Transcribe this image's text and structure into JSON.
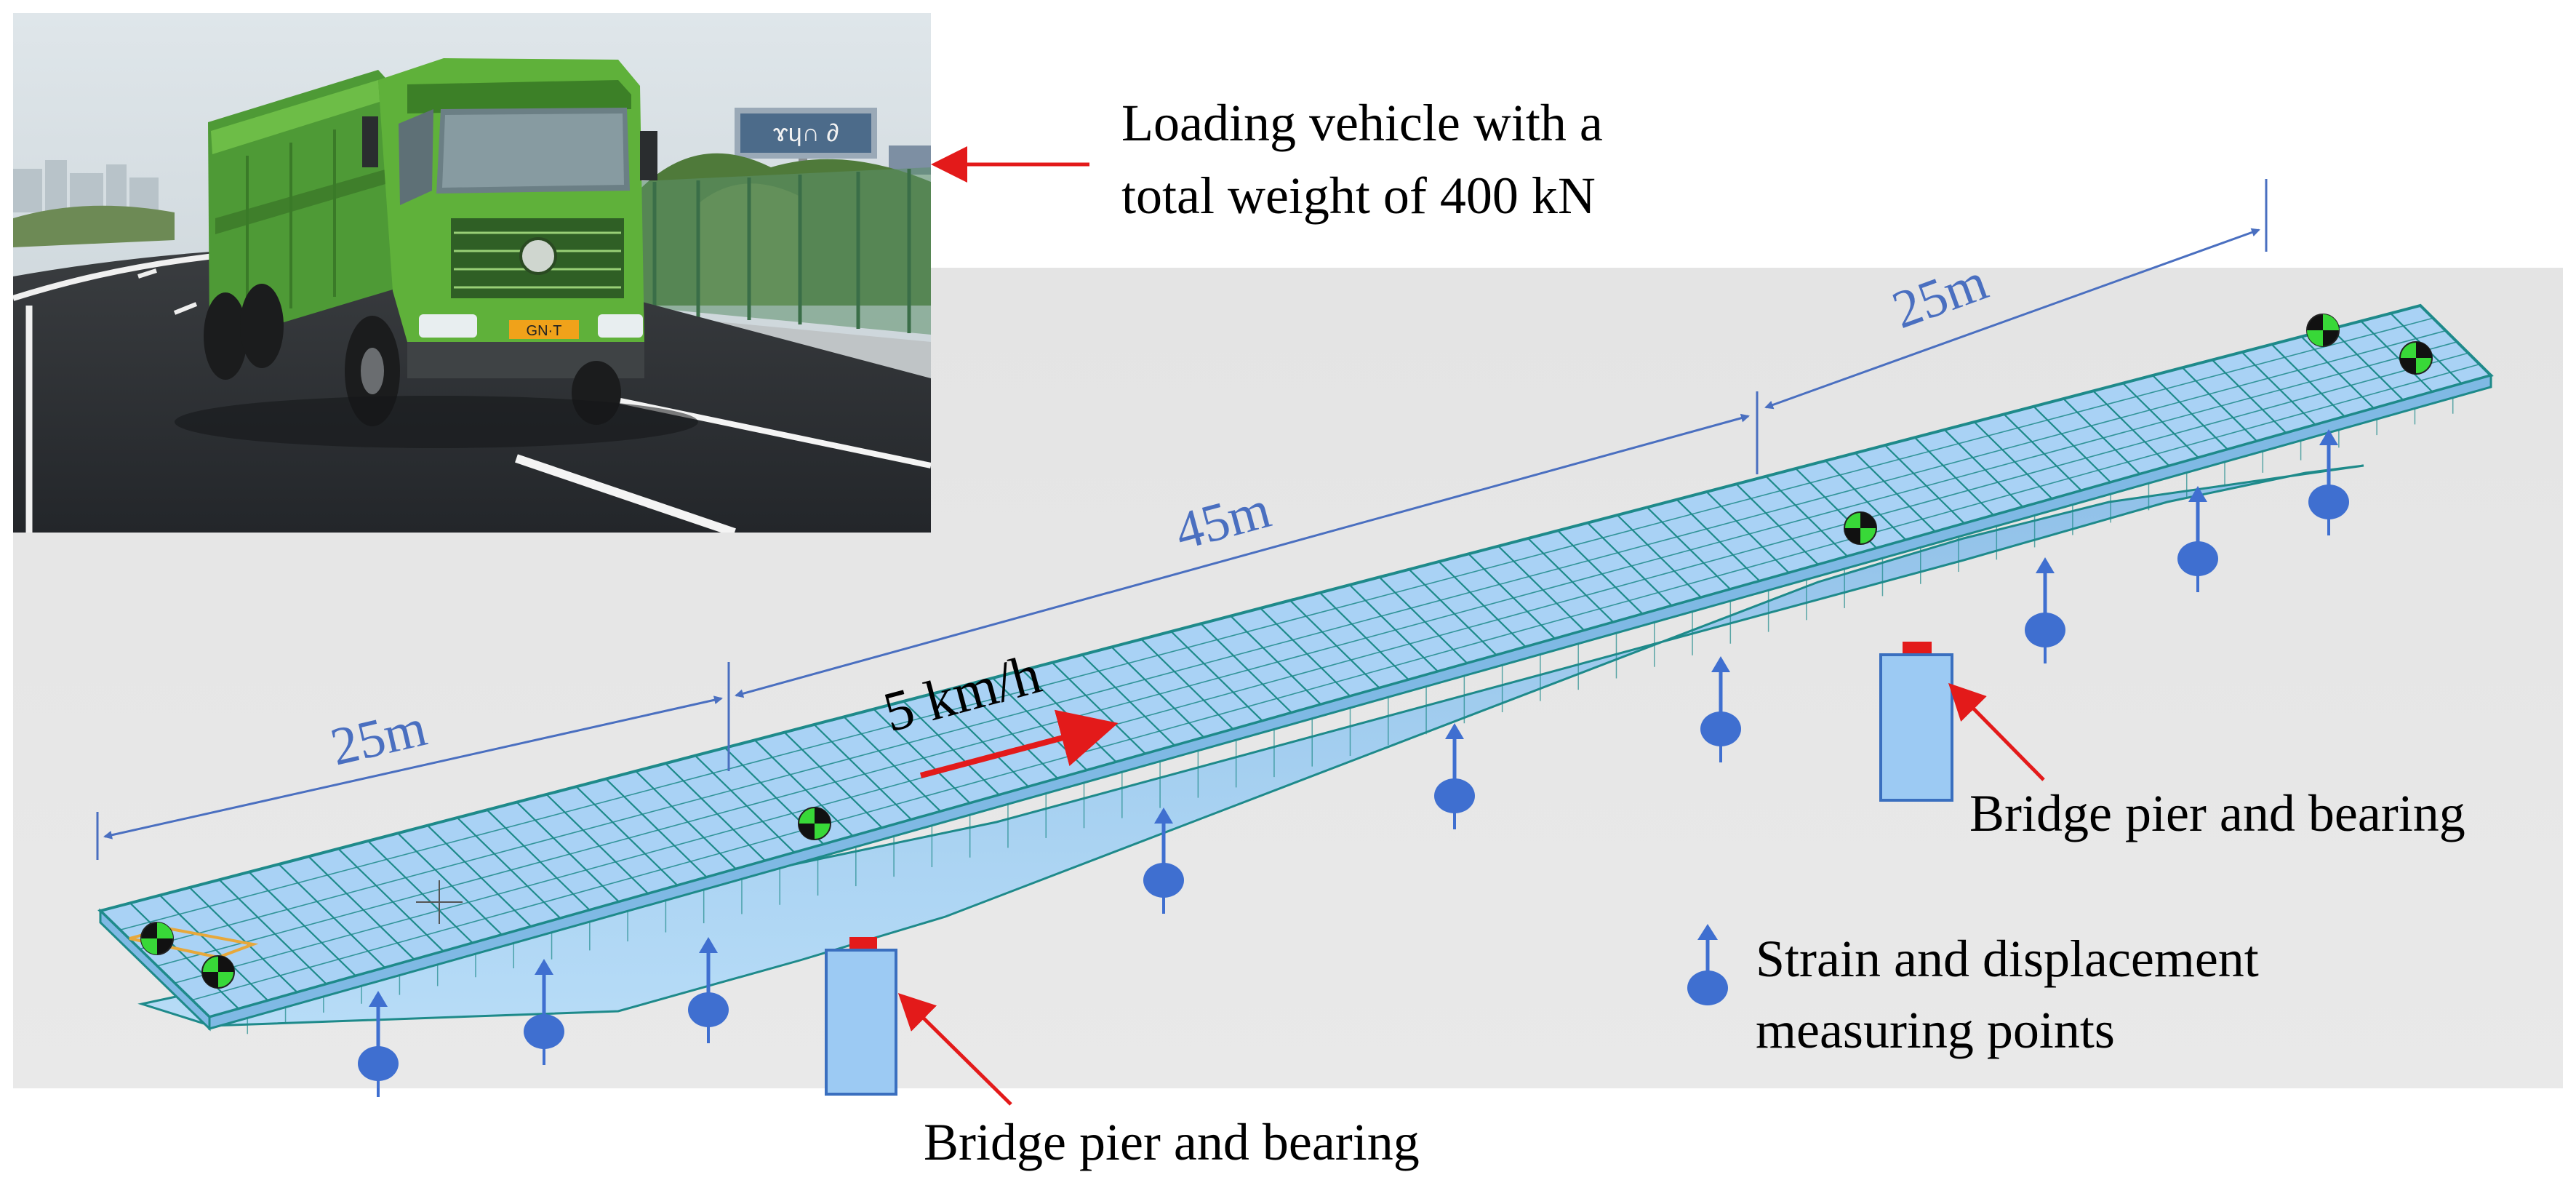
{
  "vehicle_label": {
    "line1": "Loading vehicle with a",
    "line2": "total weight of 400 kN"
  },
  "speed_label": "5 km/h",
  "dimensions": {
    "left_span": "25m",
    "middle_span": "45m",
    "right_span": "25m"
  },
  "pier_labels": {
    "left": "Bridge pier and bearing",
    "right": "Bridge pier and bearing"
  },
  "legend": {
    "line1": "Strain and displacement",
    "line2": "measuring points"
  },
  "truck": {
    "plate": "GN·T",
    "sign": "ɤɥ∩ ∂"
  },
  "colors": {
    "deck_fill": "#a9d2f5",
    "deck_edge": "#1e8a8a",
    "pier_fill": "#9ccaf3",
    "pier_edge": "#3a6fbf",
    "bearing": "#e31a1a",
    "arrow_red": "#e31a1a",
    "dimension_blue": "#4a6fc0",
    "sensor_blue": "#3f6fd0",
    "marker_green": "#38d838",
    "truck_green": "#5fb13a",
    "background_panel": "#e3e3e3"
  }
}
